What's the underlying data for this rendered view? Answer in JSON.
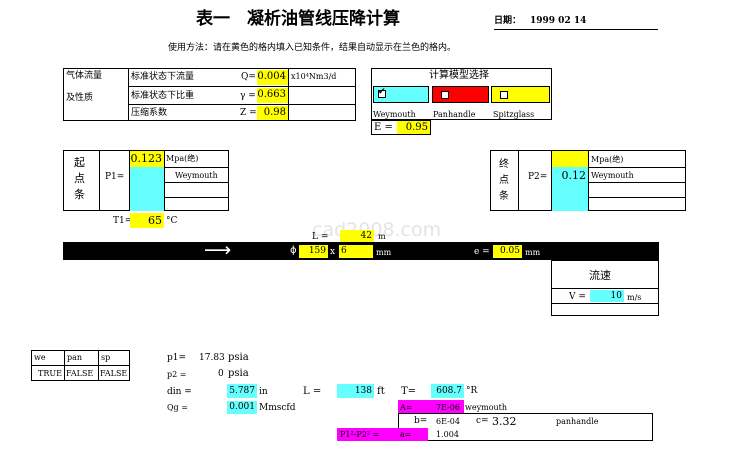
{
  "header": {
    "title": "表一　凝析油管线压降计算",
    "date_label": "日期：",
    "date_value": "1999 02 14",
    "instructions": "使用方法：请在黄色的格内填入已知条件，结果自动显示在兰色的格内。"
  },
  "gas": {
    "group_label_1": "气体流量",
    "group_label_2": "及性质",
    "rows": [
      {
        "label": "标准状态下流量",
        "symbol": "Q=",
        "value": "0.004",
        "unit": "x10⁴Nm3/d"
      },
      {
        "label": "标准状态下比重",
        "symbol": "γ =",
        "value": "0.663",
        "unit": ""
      },
      {
        "label": "压缩系数",
        "symbol": "Z =",
        "value": "0.98",
        "unit": ""
      }
    ]
  },
  "model": {
    "title": "计算模型选择",
    "options": [
      {
        "name": "Weymouth",
        "checked": true,
        "color": "#66ffff"
      },
      {
        "name": "Panhandle",
        "checked": false,
        "color": "#ff0000"
      },
      {
        "name": "Spitzglass",
        "checked": false,
        "color": "#ffff00"
      }
    ],
    "e_label": "E =",
    "e_value": "0.95"
  },
  "start": {
    "chars": [
      "起",
      "点",
      "条"
    ],
    "p_label": "P1=",
    "p_value": "0.123",
    "unit": "Mpa(绝)",
    "method": "Weymouth",
    "t_label": "T1=",
    "t_value": "65",
    "t_unit": "°C"
  },
  "end": {
    "chars": [
      "终",
      "点",
      "条"
    ],
    "p_label": "P2=",
    "p_value": "0.12",
    "unit": "Mpa(绝)",
    "method": "Weymouth"
  },
  "pipe": {
    "arrow": "⟶",
    "length_label": "L =",
    "length_value": "42",
    "length_unit": "m",
    "phi": "ϕ",
    "diameter": "159",
    "times": "x",
    "thickness": "6",
    "dim_unit": "mm",
    "rough_label": "e =",
    "rough_value": "0.05",
    "rough_unit": "mm"
  },
  "velocity": {
    "title": "流速",
    "label": "V =",
    "value": "10",
    "unit": "m/s"
  },
  "flags": {
    "headers": [
      "we",
      "pan",
      "sp"
    ],
    "values": [
      "TRUE",
      "FALSE",
      "FALSE"
    ]
  },
  "calc": {
    "p1_label": "p1=",
    "p1_value": "17.83",
    "p1_unit": "psia",
    "p2_label": "p2 =",
    "p2_value": "0",
    "p2_unit": "psia",
    "din_label": "din =",
    "din_value": "5.787",
    "din_unit": "in",
    "L_label": "L =",
    "L_value": "138",
    "L_unit": "ft",
    "T_label": "T=",
    "T_value": "608.7",
    "T_unit": "°R",
    "qg_label": "Qg =",
    "qg_value": "0.001",
    "qg_unit": "Mmscfd",
    "a1_label": "A=",
    "a1_value": "7E-06",
    "a1_name": "weymouth",
    "b_label": "b=",
    "b_value": "6E-04",
    "c_label": "c=",
    "c_value": "3.32",
    "pan_name": "panhandle",
    "dp_label": "P1²-P2² =",
    "a2_label": "a=",
    "a2_value": "1.004"
  },
  "watermark": "cad2008.com"
}
